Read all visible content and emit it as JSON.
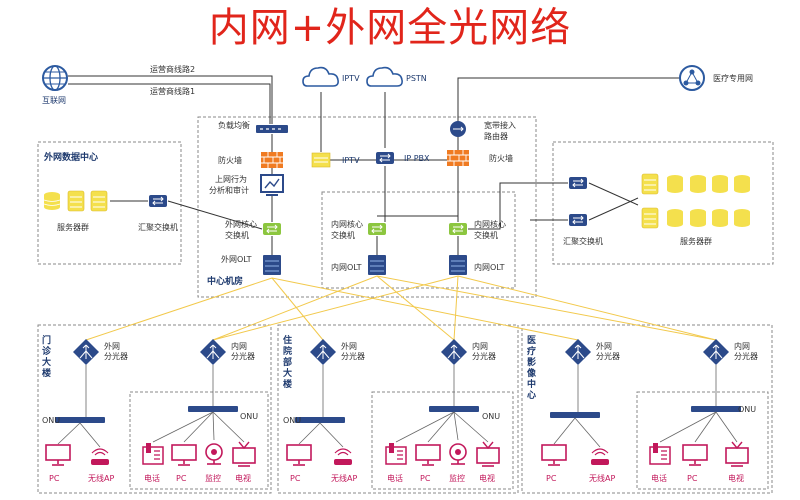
{
  "title": "内网+外网全光网络",
  "top": {
    "internet": "互联网",
    "carrier_line_2": "运营商线路2",
    "carrier_line_1": "运营商线路1",
    "iptv_cloud": "IPTV",
    "pstn_cloud": "PSTN",
    "medical_network": "医疗专用网"
  },
  "core": {
    "load_balancer": "负载均衡",
    "firewall_left": "防火墙",
    "behavior_audit": [
      "上网行为",
      "分析和审计"
    ],
    "ext_core_switch": [
      "外网核心",
      "交换机"
    ],
    "ext_olt": "外网OLT",
    "room_title": "中心机房",
    "iptv": "IPTV",
    "ip_pbx": "IP PBX",
    "broadband_router": [
      "宽带接入",
      "路由器"
    ],
    "firewall_right": "防火墙",
    "int_core_switch_1": [
      "内网核心",
      "交换机"
    ],
    "int_core_switch_2": [
      "内网核心",
      "交换机"
    ],
    "int_olt_1": "内网OLT",
    "int_olt_2": "内网OLT"
  },
  "ext_dc": {
    "title": "外网数据中心",
    "servers": "服务器群",
    "agg_switch": "汇聚交换机"
  },
  "int_dc": {
    "agg_switch": "汇聚交换机",
    "servers": "服务器群"
  },
  "buildings": [
    {
      "name": "门诊大楼",
      "name_chars": [
        "门",
        "诊",
        "大",
        "楼"
      ]
    },
    {
      "name": "住院部大楼",
      "name_chars": [
        "住",
        "院",
        "部",
        "大",
        "楼"
      ]
    },
    {
      "name": "医疗影像中心",
      "name_chars": [
        "医",
        "疗",
        "影",
        "像",
        "中",
        "心"
      ]
    }
  ],
  "labels": {
    "ext_splitter": [
      "外网",
      "分光器"
    ],
    "int_splitter": [
      "内网",
      "分光器"
    ],
    "onu": "ONU",
    "pc": "PC",
    "wireless_ap": "无线AP",
    "phone": "电话",
    "monitor_cam": "监控",
    "tv": "电视"
  },
  "colors": {
    "title_red": "#e1251b",
    "navy": "#1e3a6e",
    "fiber_yellow": "#f2c94c",
    "firewall_orange": "#f07b22",
    "switch_green": "#8cc63f",
    "server_yellow": "#f4e04d",
    "device_pink": "#c2185b"
  }
}
